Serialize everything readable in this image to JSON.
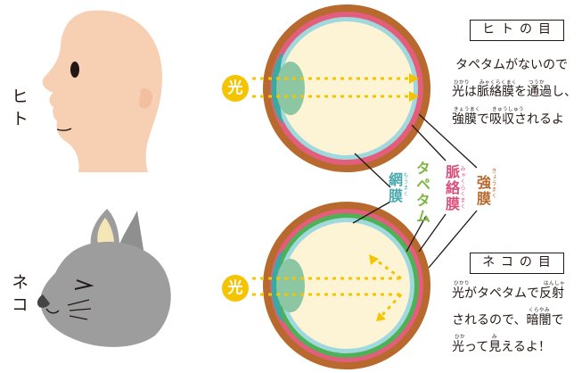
{
  "labels": {
    "human_side": "ヒト",
    "cat_side": "ネコ",
    "light": "光"
  },
  "human_box": {
    "title": "ヒトの目",
    "lines": [
      "タペタムがないので",
      "光は脈絡膜を通過し、",
      "強膜で吸収されるよ"
    ],
    "ruby": {
      "hikari": "ひかり",
      "myakurakumaku": "みゃくらくまく",
      "tsuuka": "つうか",
      "kyoumaku": "きょうまく",
      "kyuushuu": "きゅうしゅう"
    }
  },
  "cat_box": {
    "title": "ネコの目",
    "lines": [
      "光がタペタムで反射",
      "されるので、暗闇で",
      "光って見えるよ！"
    ],
    "ruby": {
      "hikari": "ひかり",
      "hansha": "はんしゃ",
      "kurayami": "くらやみ",
      "hikari2": "ひか",
      "mi": "み"
    }
  },
  "layers": {
    "moumaku": {
      "label": "網膜",
      "ruby": "もうまく",
      "color": "#4aaab0"
    },
    "tapetum": {
      "label": "タペタム",
      "color": "#7bb542"
    },
    "myakurakumaku": {
      "label": "脈絡膜",
      "ruby": "みゃくらくまく",
      "color": "#d9507a"
    },
    "kyoumaku": {
      "label": "強膜",
      "ruby": "きょうまく",
      "color": "#b8692e"
    }
  },
  "colors": {
    "sclera": "#b8692e",
    "choroid": "#e35d7d",
    "retina": "#9fd9dd",
    "tapetum": "#4fb155",
    "eye_inner": "#fdf3d5",
    "lens": "#3aa9a0",
    "light": "#f5c400",
    "human_skin": "#f7cfb2",
    "cat_fur": "#9d9d9d"
  }
}
